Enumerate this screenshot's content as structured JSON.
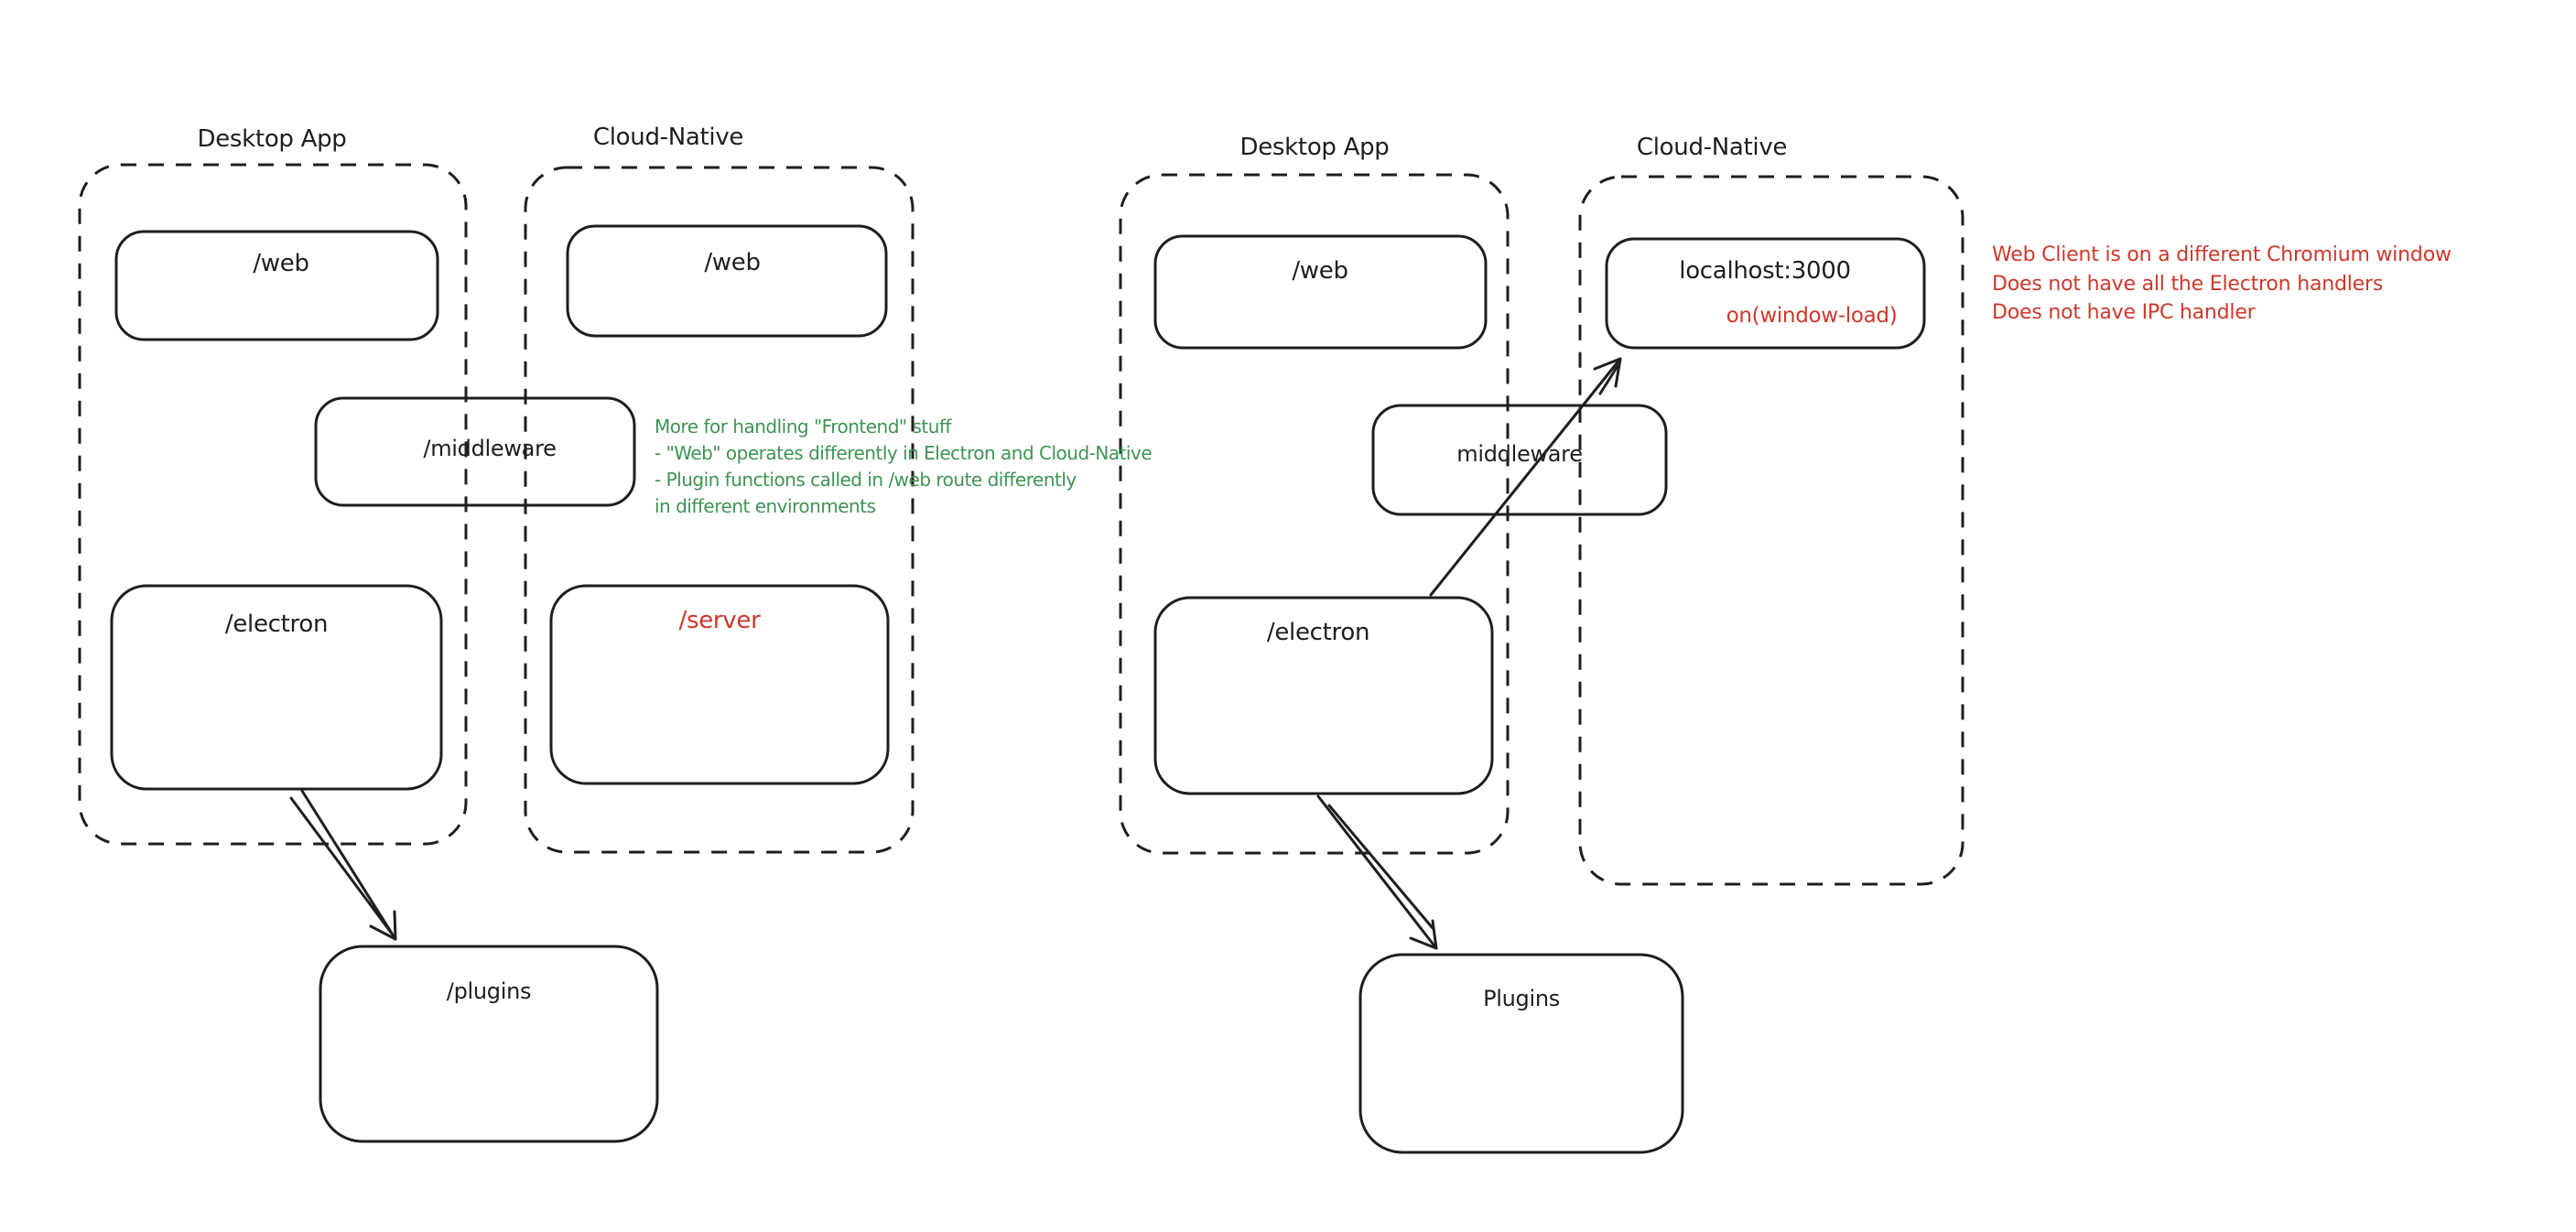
{
  "colors": {
    "stroke": "#1e1e1e",
    "red": "#cd382b",
    "green": "#3f9355",
    "background": "#ffffff"
  },
  "diagram_left": {
    "desktop": {
      "title": "Desktop App",
      "web_label": "/web",
      "electron_label": "/electron"
    },
    "cloud": {
      "title": "Cloud-Native",
      "web_label": "/web",
      "server_label": "/server"
    },
    "middleware_label": "/middleware",
    "plugins_label": "/plugins"
  },
  "diagram_right": {
    "desktop": {
      "title": "Desktop App",
      "web_label": "/web",
      "electron_label": "/electron"
    },
    "cloud": {
      "title": "Cloud-Native",
      "localhost_label": "localhost:3000",
      "window_load_label": "on(window-load)"
    },
    "middleware_label": "middleware",
    "plugins_label": "Plugins"
  },
  "notes": {
    "green": {
      "color": "#3f9355",
      "lines": [
        "More for handling \"Frontend\" stuff",
        "- \"Web\" operates differently in Electron and Cloud-Native",
        "- Plugin functions called in /web route differently",
        "in different environments"
      ]
    },
    "red": {
      "color": "#cd382b",
      "lines": [
        "Web Client is on a different Chromium window",
        "Does not have all the Electron handlers",
        "Does not have IPC handler"
      ]
    }
  }
}
